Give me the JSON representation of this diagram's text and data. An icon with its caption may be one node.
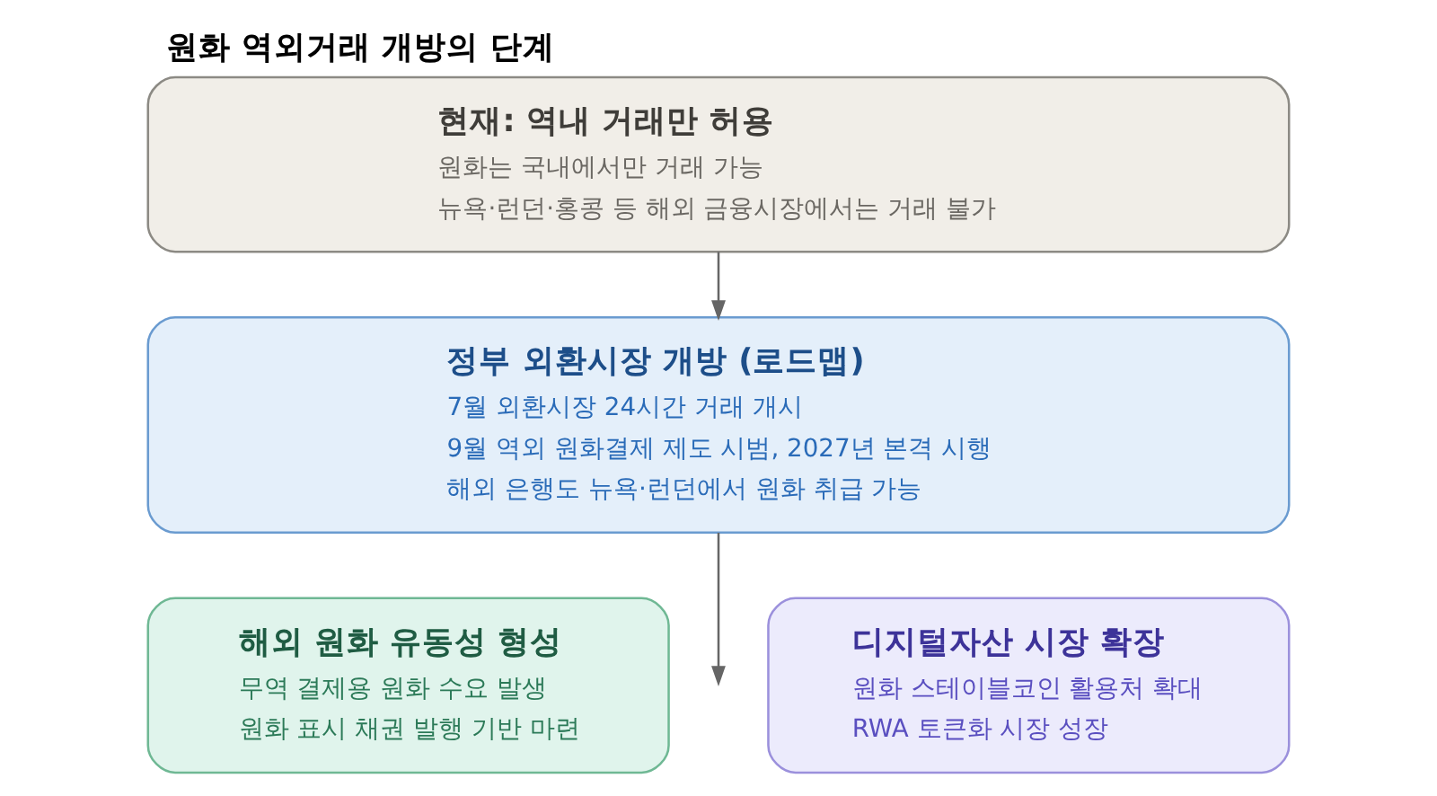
{
  "diagram": {
    "title": "원화 역외거래 개방의 단계",
    "nodes": [
      {
        "text": [
          "현재: 역내 거래만 허용",
          "원화는 국내에서만 거래 가능",
          "뉴욕·런던·홍콩 등 해외 금융시장에서는 거래 불가"
        ]
      },
      {
        "text": [
          "정부 외환시장 개방 (로드맵)",
          "7월 외환시장 24시간 거래 개시",
          "9월 역외 원화결제 제도 시범, 2027년 본격 시행",
          "해외 은행도 뉴욕·런던에서 원화 취급 가능"
        ]
      },
      {
        "text": [
          "해외 원화 유동성 형성",
          "무역 결제용 원화 수요 발생",
          "원화 표시 채권 발행 기반 마련"
        ]
      },
      {
        "text": [
          "디지털자산 시장 확장",
          "원화 스테이블코인 활용처 확대",
          "RWA 토큰화 시장 성장"
        ]
      }
    ],
    "edges": [
      {
        "from": 0,
        "to": 1,
        "arrow": "to"
      },
      {
        "from": 1,
        "to": null,
        "arrow": "to"
      }
    ]
  }
}
